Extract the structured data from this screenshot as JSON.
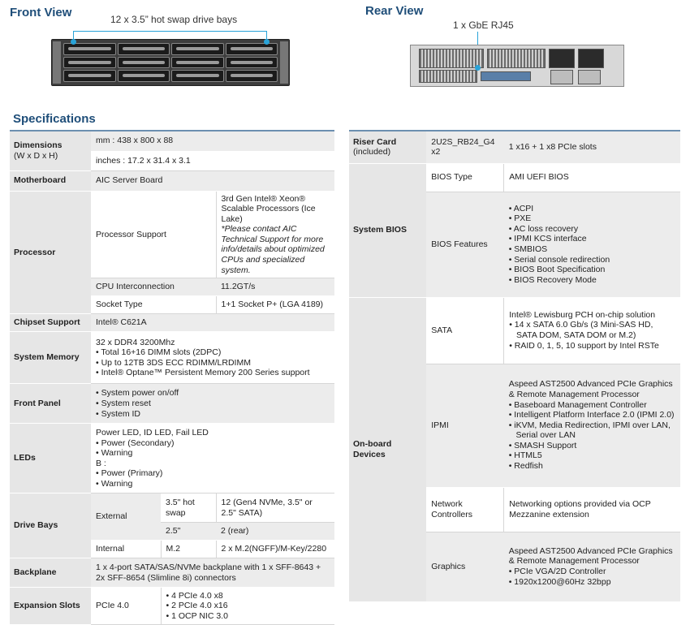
{
  "front": {
    "title": "Front View",
    "caption": "12 x 3.5” hot swap drive bays"
  },
  "rear": {
    "title": "Rear View",
    "caption": "1 x GbE RJ45"
  },
  "specifications_title": "Specifications",
  "left": {
    "dimensions": {
      "label": "Dimensions",
      "label2": "(W x D x H)",
      "mm": "mm : 438 x 800 x 88",
      "inches": "inches : 17.2 x 31.4 x 3.1"
    },
    "motherboard": {
      "label": "Motherboard",
      "value": "AIC Server Board"
    },
    "processor": {
      "label": "Processor",
      "support_label": "Processor Support",
      "support_value": "3rd Gen Intel® Xeon® Scalable Processors (Ice Lake)",
      "support_note": "*Please contact AIC Technical Support for more info/details about optimized CPUs and specialized system.",
      "interconnect_label": "CPU Interconnection",
      "interconnect_value": "11.2GT/s",
      "socket_label": "Socket Type",
      "socket_value": "1+1 Socket P+ (LGA 4189)"
    },
    "chipset": {
      "label": "Chipset Support",
      "value": "Intel® C621A"
    },
    "memory": {
      "label": "System Memory",
      "lines": [
        "32 x DDR4 3200Mhz",
        "• Total 16+16 DIMM slots (2DPC)",
        "• Up to 12TB 3DS ECC RDIMM/LRDIMM",
        "• Intel® Optane™ Persistent Memory 200 Series support"
      ]
    },
    "front_panel": {
      "label": "Front Panel",
      "lines": [
        "• System power on/off",
        "• System reset",
        "• System ID"
      ]
    },
    "leds": {
      "label": "LEDs",
      "lines": [
        "Power LED, ID LED, Fail LED",
        "• Power (Secondary)",
        "• Warning",
        "B :",
        "• Power (Primary)",
        "• Warning"
      ]
    },
    "drive_bays": {
      "label": "Drive Bays",
      "external_label": "External",
      "ext_35_label": "3.5\" hot swap",
      "ext_35_value": "12 (Gen4 NVMe, 3.5\" or 2.5\" SATA)",
      "ext_25_label": "2.5\"",
      "ext_25_value": "2 (rear)",
      "internal_label": "Internal",
      "int_type": "M.2",
      "int_value": "2 x M.2(NGFF)/M-Key/2280"
    },
    "backplane": {
      "label": "Backplane",
      "value": "1 x 4-port SATA/SAS/NVMe backplane with 1 x SFF-8643 + 2x SFF-8654 (Slimline 8i) connectors"
    },
    "expansion": {
      "label": "Expansion Slots",
      "type": "PCIe 4.0",
      "lines": [
        "• 4 PCIe 4.0 x8",
        "• 2 PCIe 4.0 x16",
        "• 1 OCP NIC 3.0"
      ]
    }
  },
  "right": {
    "riser": {
      "label": "Riser Card",
      "label2": "(included)",
      "name": "2U2S_RB24_G4 x2",
      "value": "1 x16 + 1 x8 PCIe slots"
    },
    "bios": {
      "label": "System BIOS",
      "type_label": "BIOS Type",
      "type_value": "AMI UEFI BIOS",
      "features_label": "BIOS Features",
      "features": [
        "• ACPI",
        "• PXE",
        "• AC loss recovery",
        "• IPMI KCS interface",
        "• SMBIOS",
        "• Serial console redirection",
        "• BIOS Boot Specification",
        "• BIOS Recovery Mode"
      ]
    },
    "onboard": {
      "label": "On-board",
      "label2": "Devices",
      "sata_label": "SATA",
      "sata_lines": [
        "Intel® Lewisburg PCH on-chip solution",
        "• 14 x SATA 6.0 Gb/s (3 Mini-SAS HD,",
        "   SATA DOM, SATA DOM or M.2)",
        "• RAID 0, 1, 5, 10 support by Intel RSTe"
      ],
      "ipmi_label": "IPMI",
      "ipmi_lines": [
        "Aspeed AST2500 Advanced PCIe Graphics",
        "& Remote Management Processor",
        "• Baseboard Management Controller",
        "• Intelligent Platform Interface 2.0 (IPMI 2.0)",
        "• iKVM, Media Redirection, IPMI over LAN,",
        "   Serial over LAN",
        "• SMASH Support",
        "• HTML5",
        "• Redfish"
      ],
      "network_label": "Network Controllers",
      "network_value": "Networking options provided via OCP Mezzanine extension",
      "graphics_label": "Graphics",
      "graphics_lines": [
        "Aspeed AST2500 Advanced PCIe Graphics",
        "& Remote Management Processor",
        "• PCIe VGA/2D Controller",
        "• 1920x1200@60Hz 32bpp"
      ]
    }
  }
}
